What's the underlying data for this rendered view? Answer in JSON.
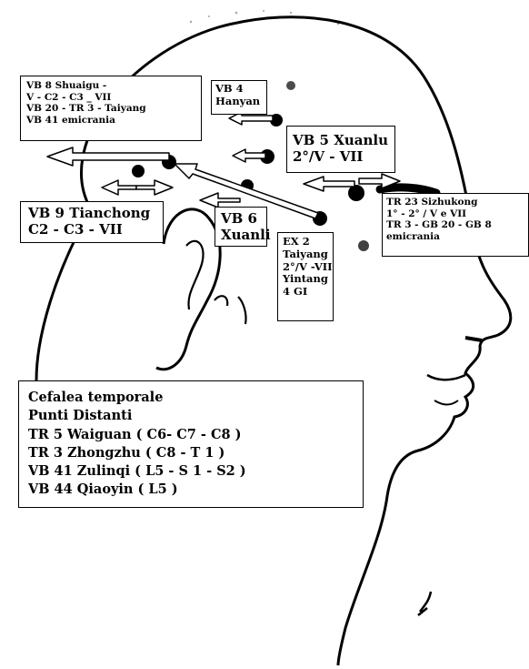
{
  "labels": {
    "vb8": [
      "VB 8 Shuaigu -",
      "V - C2 - C3 _ VII",
      "VB 20 - TR 3 - Taiyang",
      "VB 41  emicrania"
    ],
    "vb4": [
      "VB 4",
      "Hanyan"
    ],
    "vb5": [
      "VB 5 Xuanlu",
      "2°/V - VII"
    ],
    "vb9": [
      "VB 9 Tianchong",
      "C2 - C3 - VII"
    ],
    "vb6": [
      "VB 6",
      "Xuanli"
    ],
    "ex2": [
      "EX 2",
      "Taiyang",
      "2°/V -VII",
      "Yintang",
      "4 GI"
    ],
    "tr23": [
      "TR 23 Sizhukong",
      "1° - 2° / V e VII",
      "TR 3 - GB 20 - GB 8",
      "emicrania"
    ],
    "distal": [
      "Cefalea temporale",
      "Punti Distanti",
      "TR 5 Waiguan ( C6- C7 - C8 )",
      "TR 3  Zhongzhu ( C8 - T 1 )",
      "VB 41 Zulinqi  ( L5 - S 1 - S2 )",
      "VB 44 Qiaoyin  ( L5 )"
    ]
  },
  "colors": {
    "line": "#000000",
    "background": "#ffffff",
    "arrow_fill": "#ffffff"
  }
}
